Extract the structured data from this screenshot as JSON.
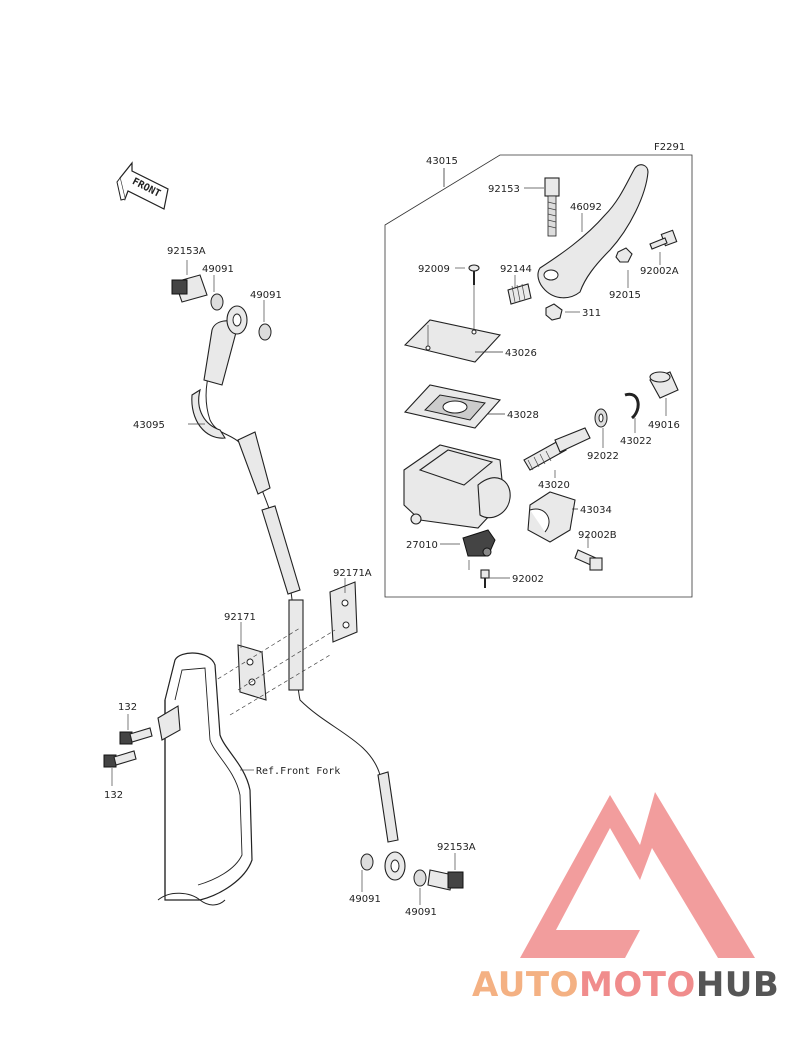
{
  "diagram": {
    "code": "F2291",
    "front_label": "FRONT",
    "ref_label": "Ref.Front Fork",
    "parts": [
      "43015",
      "92153",
      "46092",
      "92009",
      "92144",
      "92002A",
      "92015",
      "311",
      "43026",
      "43028",
      "49016",
      "43022",
      "92022",
      "43020",
      "43034",
      "92002B",
      "27010",
      "92002",
      "92153A",
      "49091",
      "49091",
      "43095",
      "92171A",
      "92171",
      "132",
      "132",
      "92153A",
      "49091",
      "49091"
    ]
  },
  "watermark": {
    "text_part1": "AUTO",
    "text_part2": "MOTO",
    "text_part3": "HUB",
    "color_auto": "#f4b183",
    "color_moto": "#f08c8c",
    "color_hub": "#555555",
    "color_logo": "#f08c8c"
  }
}
